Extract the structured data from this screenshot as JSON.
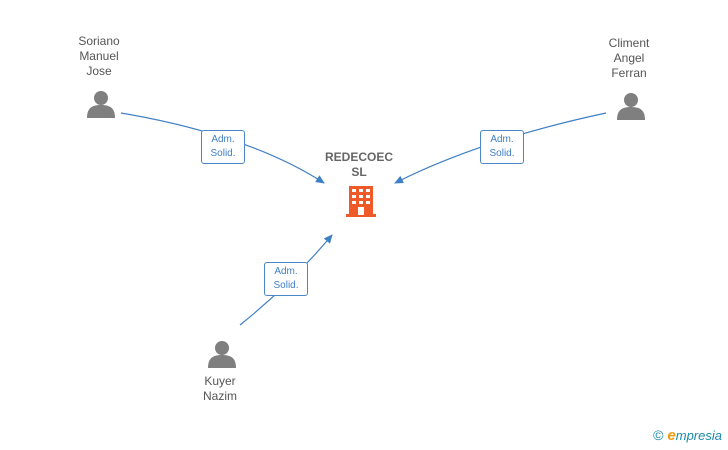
{
  "company": {
    "name_line1": "REDECOEC",
    "name_line2": "SL",
    "color": "#f05a28"
  },
  "persons": [
    {
      "id": "soriano",
      "lines": [
        "Soriano",
        "Manuel",
        "Jose"
      ]
    },
    {
      "id": "climent",
      "lines": [
        "Climent",
        "Angel",
        "Ferran"
      ]
    },
    {
      "id": "kuyer",
      "lines": [
        "Kuyer",
        "Nazim"
      ]
    }
  ],
  "edges": [
    {
      "from": "soriano",
      "label_line1": "Adm.",
      "label_line2": "Solid."
    },
    {
      "from": "climent",
      "label_line1": "Adm.",
      "label_line2": "Solid."
    },
    {
      "from": "kuyer",
      "label_line1": "Adm.",
      "label_line2": "Solid."
    }
  ],
  "colors": {
    "edge": "#3f7fc4",
    "person_icon": "#7f7f7f"
  },
  "brand": {
    "copyright": "©",
    "initial": "e",
    "rest": "mpresia"
  }
}
